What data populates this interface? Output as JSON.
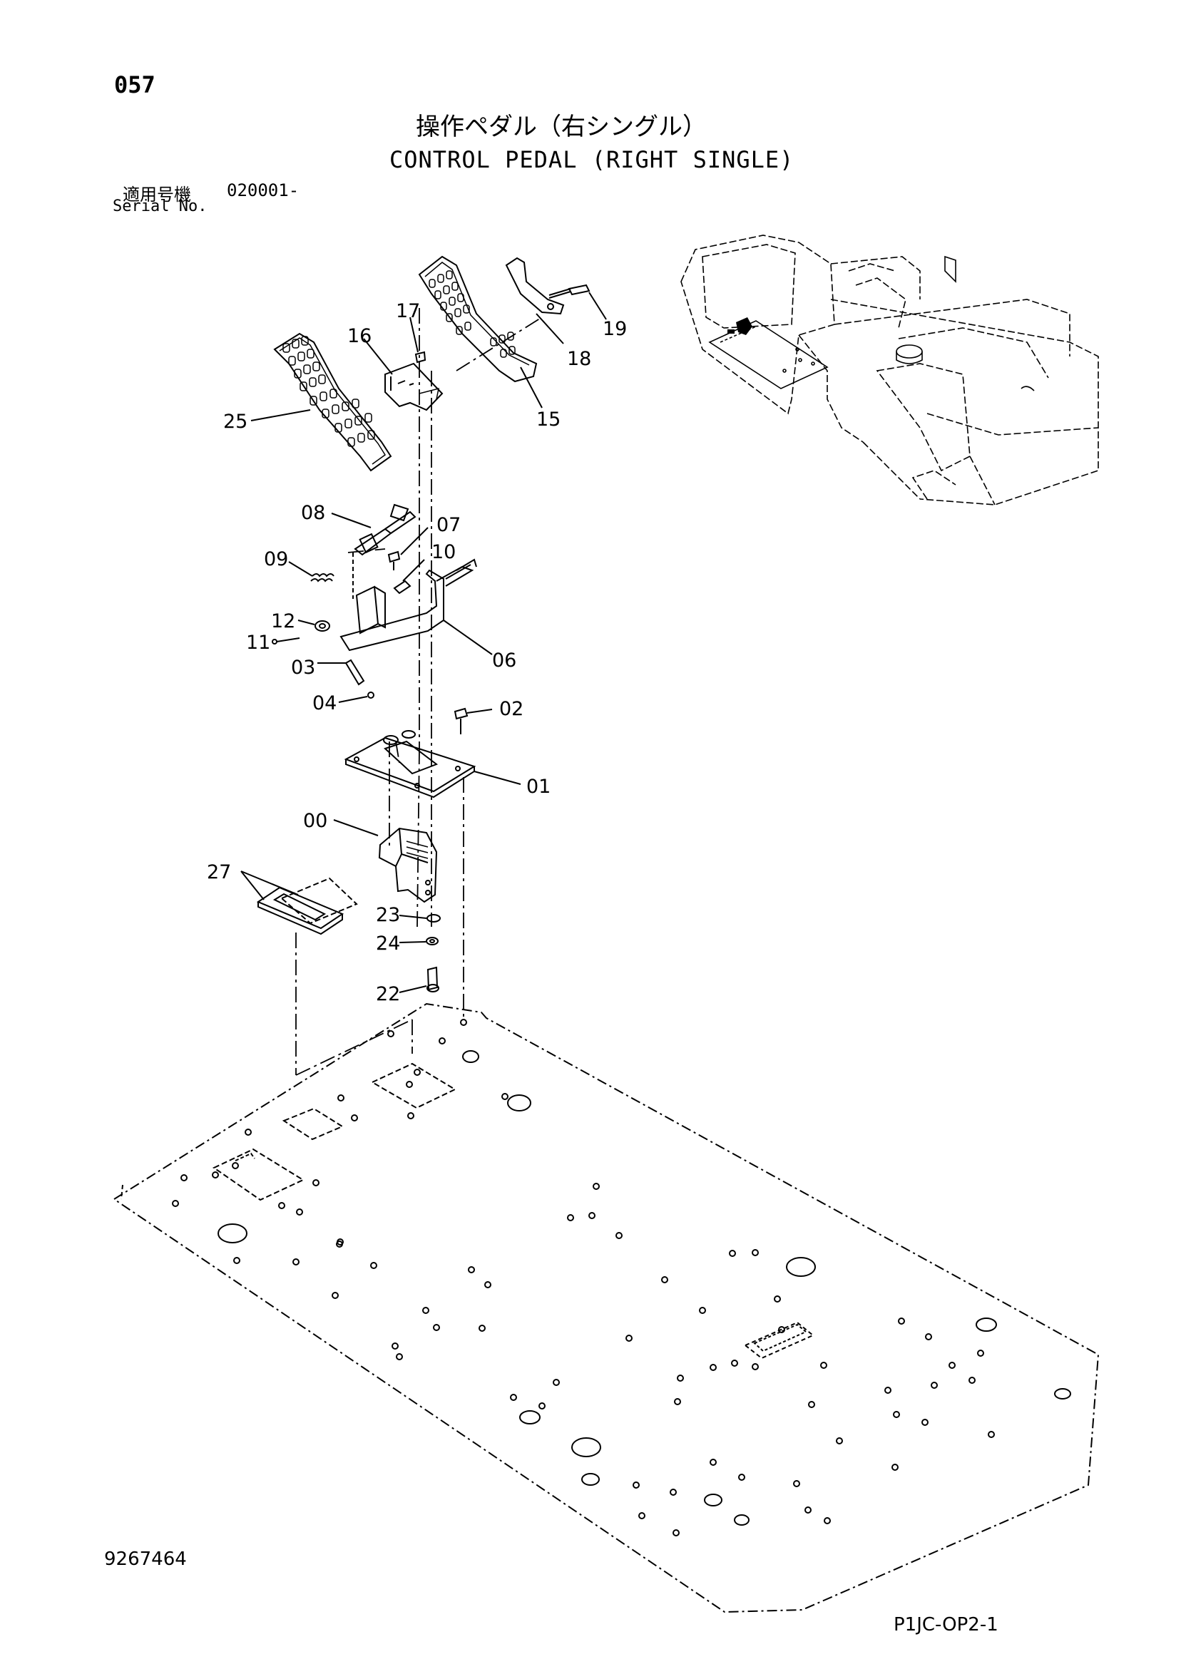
{
  "page": {
    "number": "057",
    "title_jp": "操作ペダル（右シングル）",
    "title_en": "CONTROL PEDAL (RIGHT SINGLE)",
    "serial_label_jp": "適用号機",
    "serial_value": "020001-",
    "serial_label_en": "Serial No.",
    "doc_number": "9267464",
    "figure_code": "P1JC-OP2-1"
  },
  "parts": [
    {
      "label": "17"
    },
    {
      "label": "19"
    },
    {
      "label": "16"
    },
    {
      "label": "18"
    },
    {
      "label": "25"
    },
    {
      "label": "15"
    },
    {
      "label": "08"
    },
    {
      "label": "07"
    },
    {
      "label": "09"
    },
    {
      "label": "10"
    },
    {
      "label": "12"
    },
    {
      "label": "11"
    },
    {
      "label": "06"
    },
    {
      "label": "03"
    },
    {
      "label": "04"
    },
    {
      "label": "02"
    },
    {
      "label": "01"
    },
    {
      "label": "00"
    },
    {
      "label": "27"
    },
    {
      "label": "23"
    },
    {
      "label": "24"
    },
    {
      "label": "22"
    }
  ]
}
